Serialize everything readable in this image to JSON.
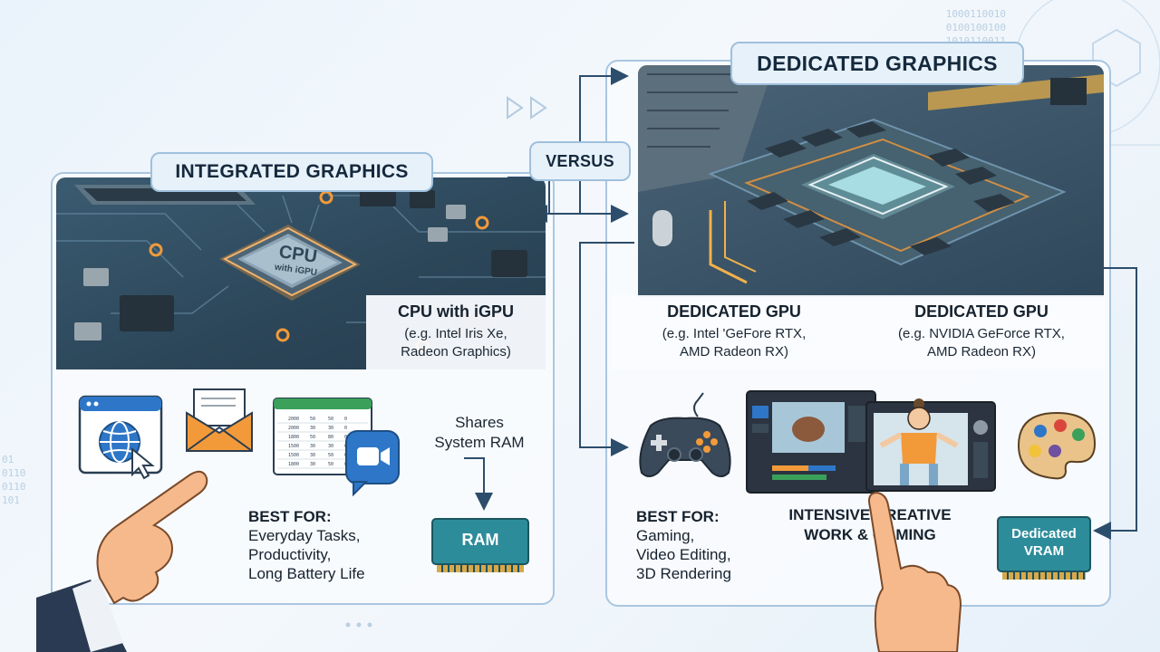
{
  "versus_label": "VERSUS",
  "integrated": {
    "title": "INTEGRATED GRAPHICS",
    "chip_label_top": "CPU",
    "chip_label_bottom": "with iGPU",
    "component_title": "CPU with iGPU",
    "component_sub_1": "(e.g. Intel Iris Xe,",
    "component_sub_2": "Radeon Graphics)",
    "shares_line_1": "Shares",
    "shares_line_2": "System RAM",
    "ram_label": "RAM",
    "best_for_heading": "BEST FOR:",
    "best_for_items": [
      "Everyday Tasks,",
      "Productivity,",
      "Long Battery Life"
    ],
    "icons": [
      "globe-browser-icon",
      "envelope-icon",
      "spreadsheet-icon",
      "video-call-icon",
      "pointing-hand-icon"
    ]
  },
  "dedicated": {
    "title": "DEDICATED GRAPHICS",
    "gpu_label_left_title": "DEDICATED GPU",
    "gpu_label_left_sub_1": "(e.g. Intel 'GeFore RTX,",
    "gpu_label_left_sub_2": "AMD Radeon RX)",
    "gpu_label_right_title": "DEDICATED GPU",
    "gpu_label_right_sub_1": "(e.g. NVIDIA GeForce RTX,",
    "gpu_label_right_sub_2": "AMD Radeon RX)",
    "creative_line_1": "INTENSIVE CREATIVE",
    "creative_line_2": "WORK & GAMING",
    "vram_line_1": "Dedicated",
    "vram_line_2": "VRAM",
    "best_for_heading": "BEST FOR:",
    "best_for_items": [
      "Gaming,",
      "Video Editing,",
      "3D Rendering"
    ],
    "icons": [
      "gamepad-icon",
      "video-editor-icon",
      "3d-model-icon",
      "palette-icon",
      "pointing-hand-icon"
    ]
  },
  "spreadsheet_cells": [
    [
      "2000",
      "50",
      "50",
      "0"
    ],
    [
      "2000",
      "30",
      "30",
      "0"
    ],
    [
      "1800",
      "50",
      "80",
      "0"
    ],
    [
      "1500",
      "30",
      "30",
      "0"
    ],
    [
      "1500",
      "30",
      "50",
      "0"
    ],
    [
      "1800",
      "30",
      "50",
      "0"
    ]
  ],
  "colors": {
    "accent_orange": "#f29a3a",
    "panel_border": "#a9c6df",
    "board_teal": "#2f4b5f",
    "icon_blue": "#2e77c8"
  }
}
